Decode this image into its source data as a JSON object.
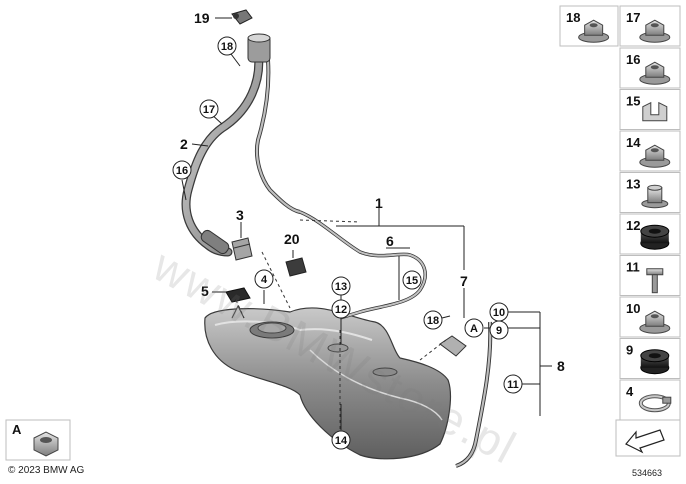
{
  "callouts": {
    "c1": "1",
    "c2": "2",
    "c3": "3",
    "c4": "4",
    "c5": "5",
    "c6": "6",
    "c7": "7",
    "c8": "8",
    "c9": "9",
    "c10": "10",
    "c11": "11",
    "c12": "12",
    "c13": "13",
    "c14": "14",
    "c15": "15",
    "c16": "16",
    "c17": "17",
    "c18a": "18",
    "c18b": "18",
    "c19": "19",
    "c20": "20",
    "cA": "A"
  },
  "parts_panel": [
    {
      "label": "18",
      "icon": "flange-nut-icon"
    },
    {
      "label": "17",
      "icon": "flange-nut-icon"
    },
    {
      "label": "16",
      "icon": "flange-nut-icon"
    },
    {
      "label": "15",
      "icon": "clip-icon"
    },
    {
      "label": "14",
      "icon": "flange-nut-icon"
    },
    {
      "label": "13",
      "icon": "collar-nut-icon"
    },
    {
      "label": "12",
      "icon": "rubber-grommet-icon"
    },
    {
      "label": "11",
      "icon": "bolt-icon"
    },
    {
      "label": "10",
      "icon": "flange-nut-icon"
    },
    {
      "label": "9",
      "icon": "rubber-grommet-icon"
    },
    {
      "label": "4",
      "icon": "hose-clamp-icon"
    }
  ],
  "detail_a": {
    "label": "A",
    "icon": "hex-nut-icon"
  },
  "footer": {
    "copyright": "© 2023 BMW AG",
    "diagram_number": "534663"
  },
  "watermark": "www.BMWstore.pl",
  "colors": {
    "accent": "#111111",
    "part_grey": "#8f8f8f",
    "frame": "#bdbdbd"
  }
}
